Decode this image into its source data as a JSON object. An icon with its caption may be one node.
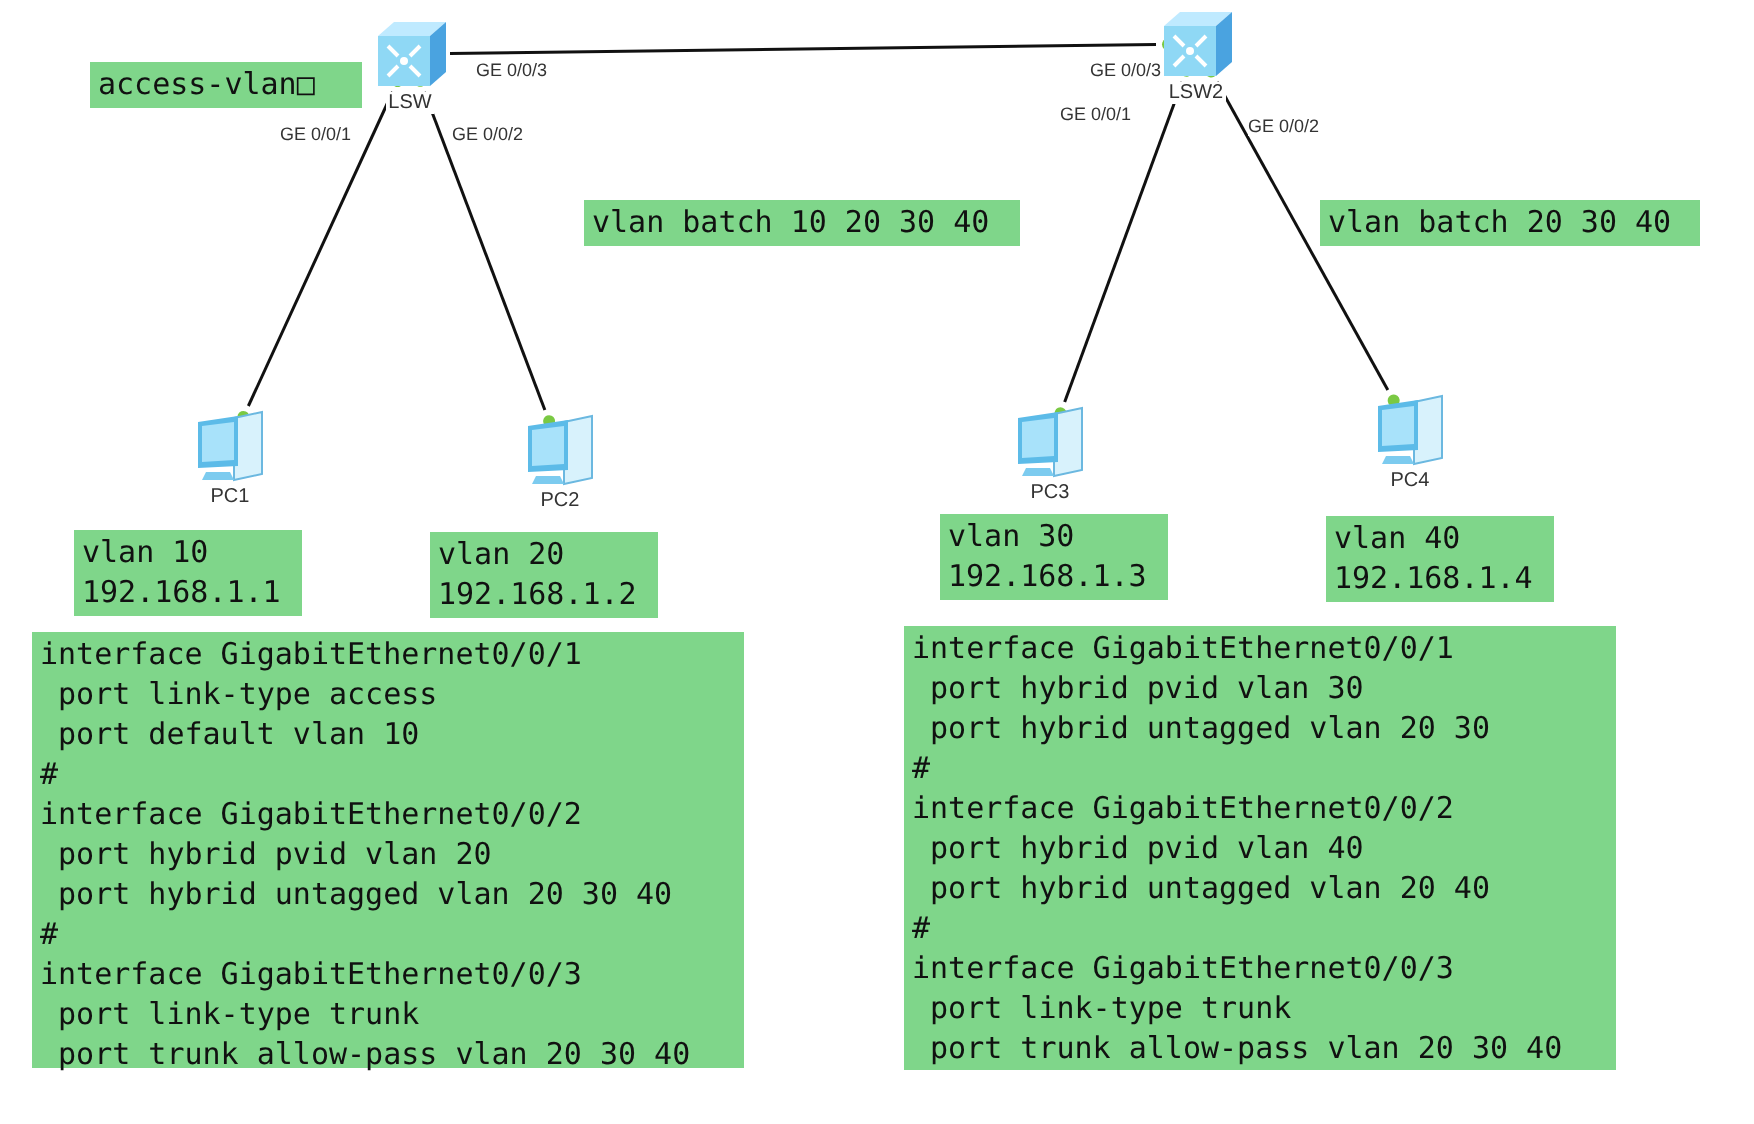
{
  "diagram": {
    "nodes": [
      {
        "text": [
          "LSW"
        ]
      },
      {
        "text": [
          "access-vlan□"
        ]
      },
      {
        "text": [
          "LSW2"
        ]
      },
      {
        "text": [
          "vlan batch 10 20 30 40"
        ]
      },
      {
        "text": [
          "vlan batch 20 30 40"
        ]
      },
      {
        "text": [
          "PC1"
        ]
      },
      {
        "text": [
          "PC2"
        ]
      },
      {
        "text": [
          "PC3"
        ]
      },
      {
        "text": [
          "PC4"
        ]
      },
      {
        "text": [
          "vlan 10",
          "192.168.1.1"
        ]
      },
      {
        "text": [
          "vlan 20",
          "192.168.1.2"
        ]
      },
      {
        "text": [
          "vlan 30",
          "192.168.1.3"
        ]
      },
      {
        "text": [
          "vlan 40",
          "192.168.1.4"
        ]
      },
      {
        "text": [
          "interface GigabitEthernet0/0/1",
          " port link-type access",
          " port default vlan 10",
          "#",
          "interface GigabitEthernet0/0/2",
          " port hybrid pvid vlan 20",
          " port hybrid untagged vlan 20 30 40",
          "#",
          "interface GigabitEthernet0/0/3",
          " port link-type trunk",
          " port trunk allow-pass vlan 20 30 40"
        ]
      },
      {
        "text": [
          "interface GigabitEthernet0/0/1",
          " port hybrid pvid vlan 30",
          " port hybrid untagged vlan 20 30",
          "#",
          "interface GigabitEthernet0/0/2",
          " port hybrid pvid vlan 40",
          " port hybrid untagged vlan 20 40",
          "#",
          "interface GigabitEthernet0/0/3",
          " port link-type trunk",
          " port trunk allow-pass vlan 20 30 40"
        ]
      }
    ],
    "edges": [
      {
        "from": 0,
        "to": 2,
        "arrow": "other"
      },
      {
        "from": 0,
        "to": 5,
        "arrow": "other"
      },
      {
        "from": 0,
        "to": 6,
        "arrow": "other"
      },
      {
        "from": 2,
        "to": 7,
        "arrow": "other"
      },
      {
        "from": 2,
        "to": 8,
        "arrow": "other"
      }
    ],
    "labels": [
      "GE 0/0/3",
      "GE 0/0/3",
      "GE 0/0/1",
      "GE 0/0/2",
      "GE 0/0/1",
      "GE 0/0/2"
    ]
  }
}
